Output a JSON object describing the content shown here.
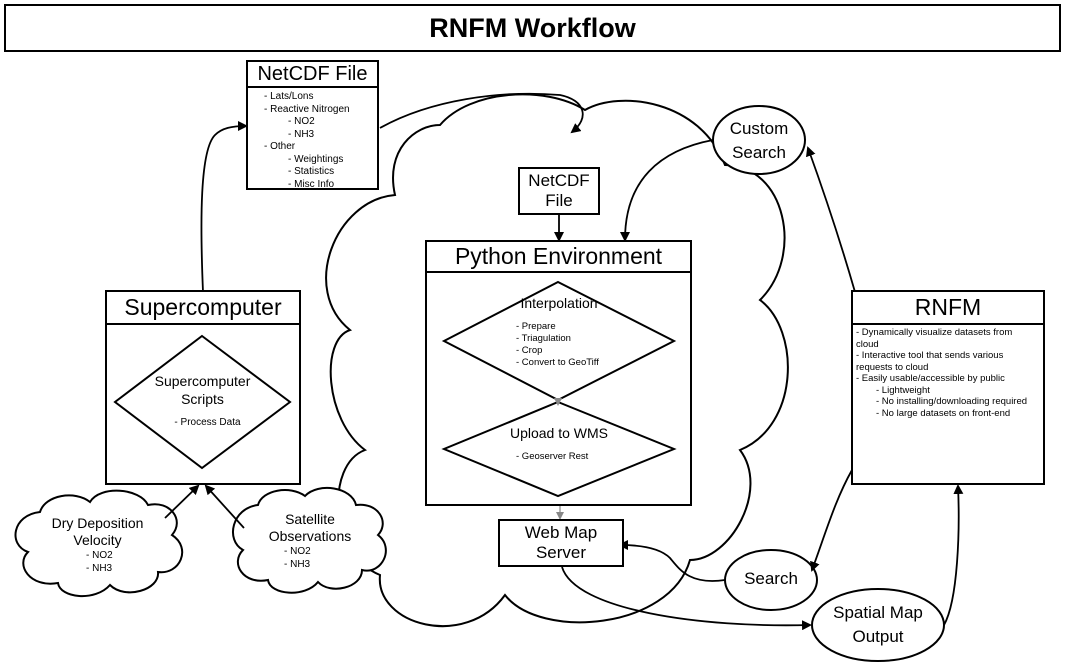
{
  "title": "RNFM Workflow",
  "netcdf_file_top": {
    "header": "NetCDF File",
    "items": [
      {
        "text": "- Lats/Lons",
        "indent": 0
      },
      {
        "text": "- Reactive Nitrogen",
        "indent": 0
      },
      {
        "text": "- NO2",
        "indent": 1
      },
      {
        "text": "- NH3",
        "indent": 1
      },
      {
        "text": "- Other",
        "indent": 0
      },
      {
        "text": "- Weightings",
        "indent": 1
      },
      {
        "text": "- Statistics",
        "indent": 1
      },
      {
        "text": "- Misc Info",
        "indent": 1
      }
    ]
  },
  "supercomputer": {
    "header": "Supercomputer",
    "scripts_line1": "Supercomputer",
    "scripts_line2": "Scripts",
    "scripts_item": "- Process Data"
  },
  "dry_deposition": {
    "line1": "Dry Deposition",
    "line2": "Velocity",
    "item1": "- NO2",
    "item2": "- NH3"
  },
  "satellite": {
    "line1": "Satellite",
    "line2": "Observations",
    "item1": "- NO2",
    "item2": "- NH3"
  },
  "netcdf_file_inner": {
    "line1": "NetCDF",
    "line2": "File"
  },
  "python_env": {
    "header": "Python Environment",
    "interpolation": {
      "title": "Interpolation",
      "items": [
        "- Prepare",
        "- Triagulation",
        "- Crop",
        "- Convert to GeoTiff"
      ]
    },
    "upload": {
      "title": "Upload to WMS",
      "items": [
        "- Geoserver Rest"
      ]
    }
  },
  "web_map_server": {
    "line1": "Web Map",
    "line2": "Server"
  },
  "custom_search": {
    "line1": "Custom",
    "line2": "Search"
  },
  "search": {
    "label": "Search"
  },
  "spatial_map": {
    "line1": "Spatial Map",
    "line2": "Output"
  },
  "rnfm": {
    "header": "RNFM",
    "items": [
      {
        "text": "- Dynamically visualize datasets from",
        "indent": 0
      },
      {
        "text": "cloud",
        "indent": 0
      },
      {
        "text": " - Interactive tool that sends various",
        "indent": 0
      },
      {
        "text": "requests to cloud",
        "indent": 0
      },
      {
        "text": " - Easily usable/accessible by public",
        "indent": 0
      },
      {
        "text": "- Lightweight",
        "indent": 1
      },
      {
        "text": "- No installing/downloading required",
        "indent": 1
      },
      {
        "text": "- No large datasets on front-end",
        "indent": 1
      }
    ]
  }
}
